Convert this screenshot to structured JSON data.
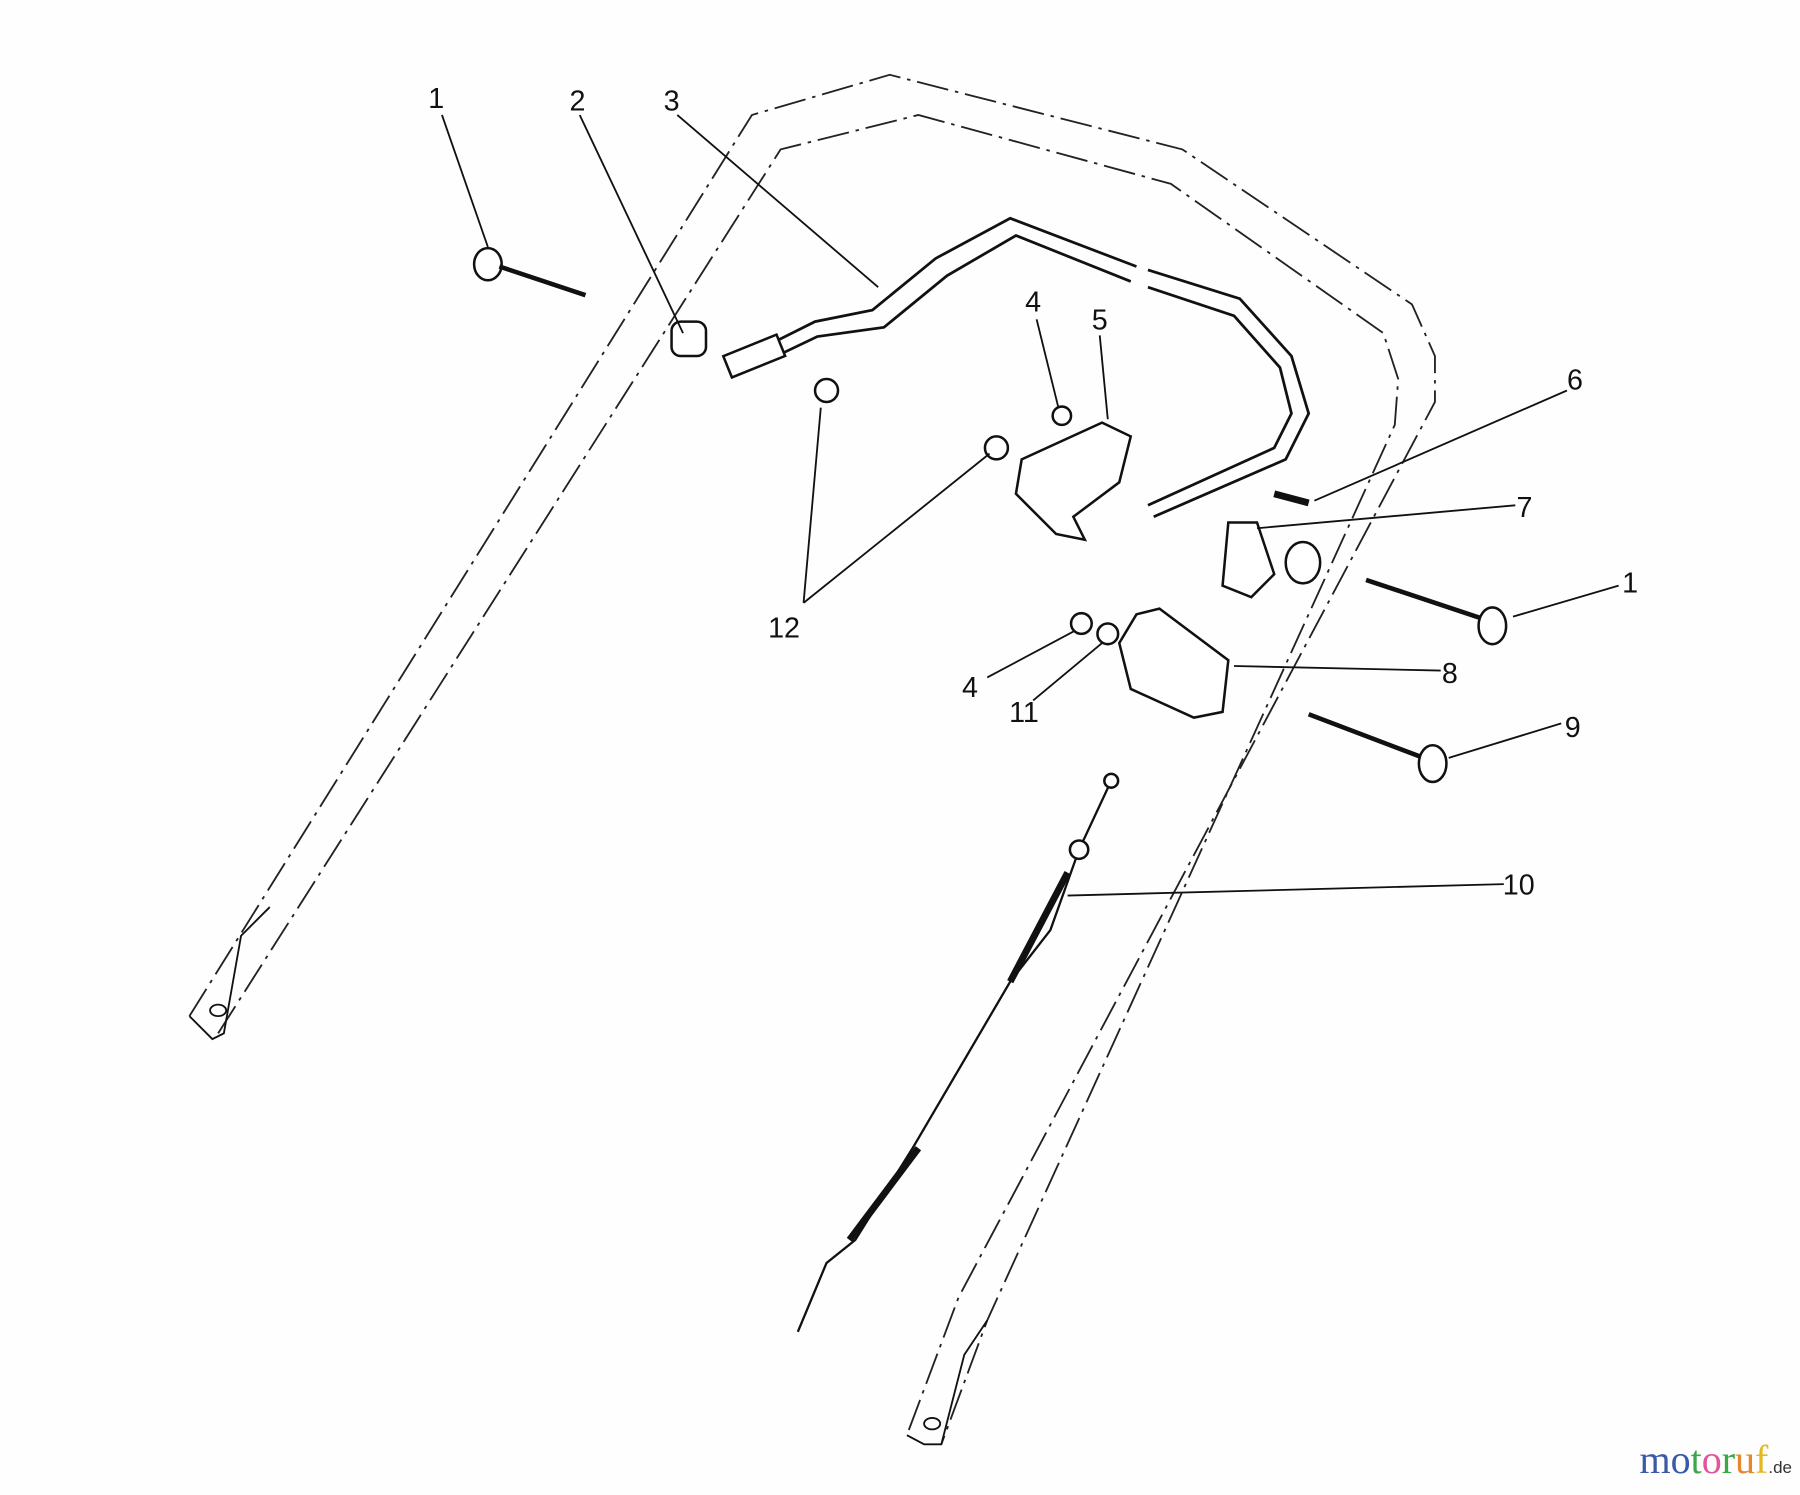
{
  "diagram": {
    "callouts": [
      "1",
      "2",
      "3",
      "4",
      "5",
      "6",
      "7",
      "1",
      "12",
      "8",
      "4",
      "11",
      "9",
      "10"
    ]
  },
  "watermark": {
    "letters": [
      "m",
      "o",
      "t",
      "o",
      "r",
      "u",
      "f"
    ],
    "suffix": ".de",
    "colors": [
      "#3a5aa8",
      "#3a5aa8",
      "#3aa84a",
      "#e0569a",
      "#3aa84a",
      "#e9852a",
      "#e6b820"
    ]
  }
}
